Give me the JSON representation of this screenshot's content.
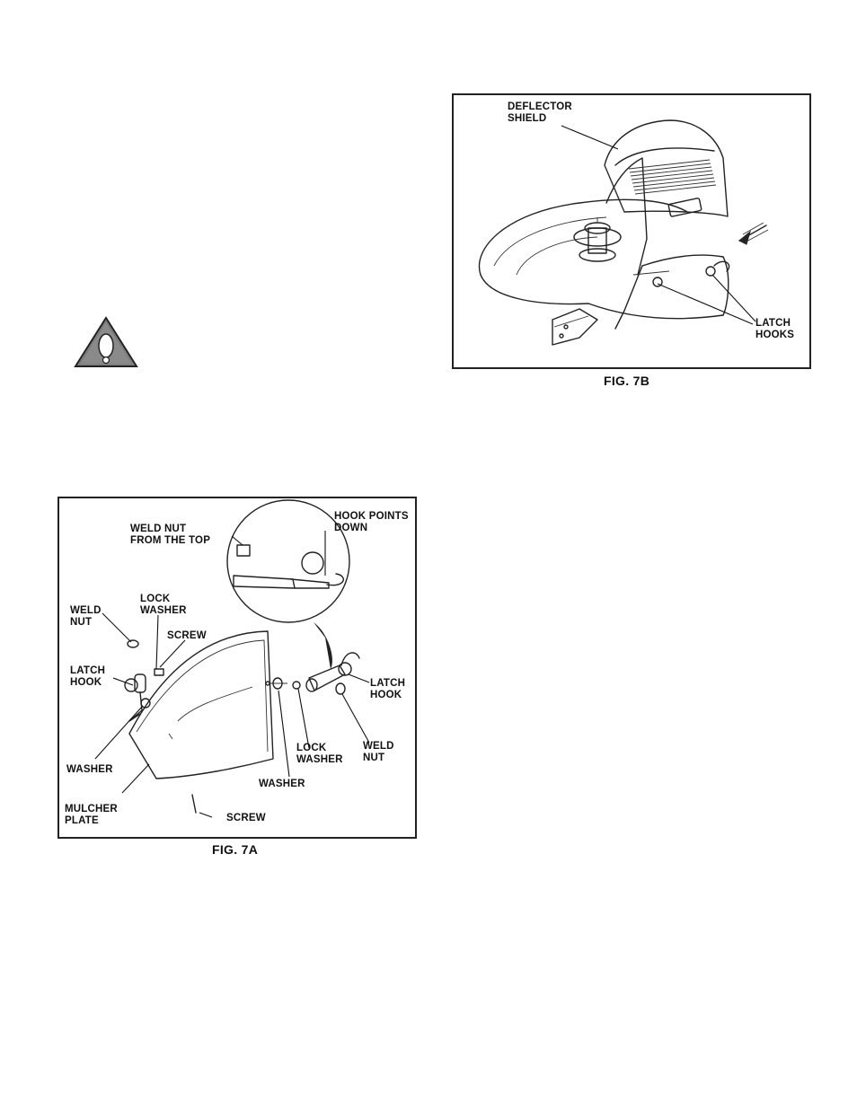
{
  "warning_icon": {
    "icon": "warning-triangle-exclamation",
    "symbol": "!"
  },
  "fig7a": {
    "caption": "FIG. 7A",
    "labels": {
      "weld_nut_top": "WELD NUT",
      "weld_nut_top_2": "FROM THE TOP",
      "hook_points": "HOOK POINTS",
      "hook_points_2": "DOWN",
      "weld_nut_left": "WELD",
      "weld_nut_left_2": "NUT",
      "lock_washer_left": "LOCK",
      "lock_washer_left_2": "WASHER",
      "screw_top": "SCREW",
      "latch_hook_left": "LATCH",
      "latch_hook_left_2": "HOOK",
      "washer_left": "WASHER",
      "mulcher_plate": "MULCHER",
      "mulcher_plate_2": "PLATE",
      "screw_bottom": "SCREW",
      "washer_mid": "WASHER",
      "lock_washer_right": "LOCK",
      "lock_washer_right_2": "WASHER",
      "weld_nut_right": "WELD",
      "weld_nut_right_2": "NUT",
      "latch_hook_right": "LATCH",
      "latch_hook_right_2": "HOOK"
    }
  },
  "fig7b": {
    "caption": "FIG. 7B",
    "labels": {
      "deflector": "DEFLECTOR",
      "deflector_2": "SHIELD",
      "latch_hooks": "LATCH",
      "latch_hooks_2": "HOOKS"
    }
  }
}
